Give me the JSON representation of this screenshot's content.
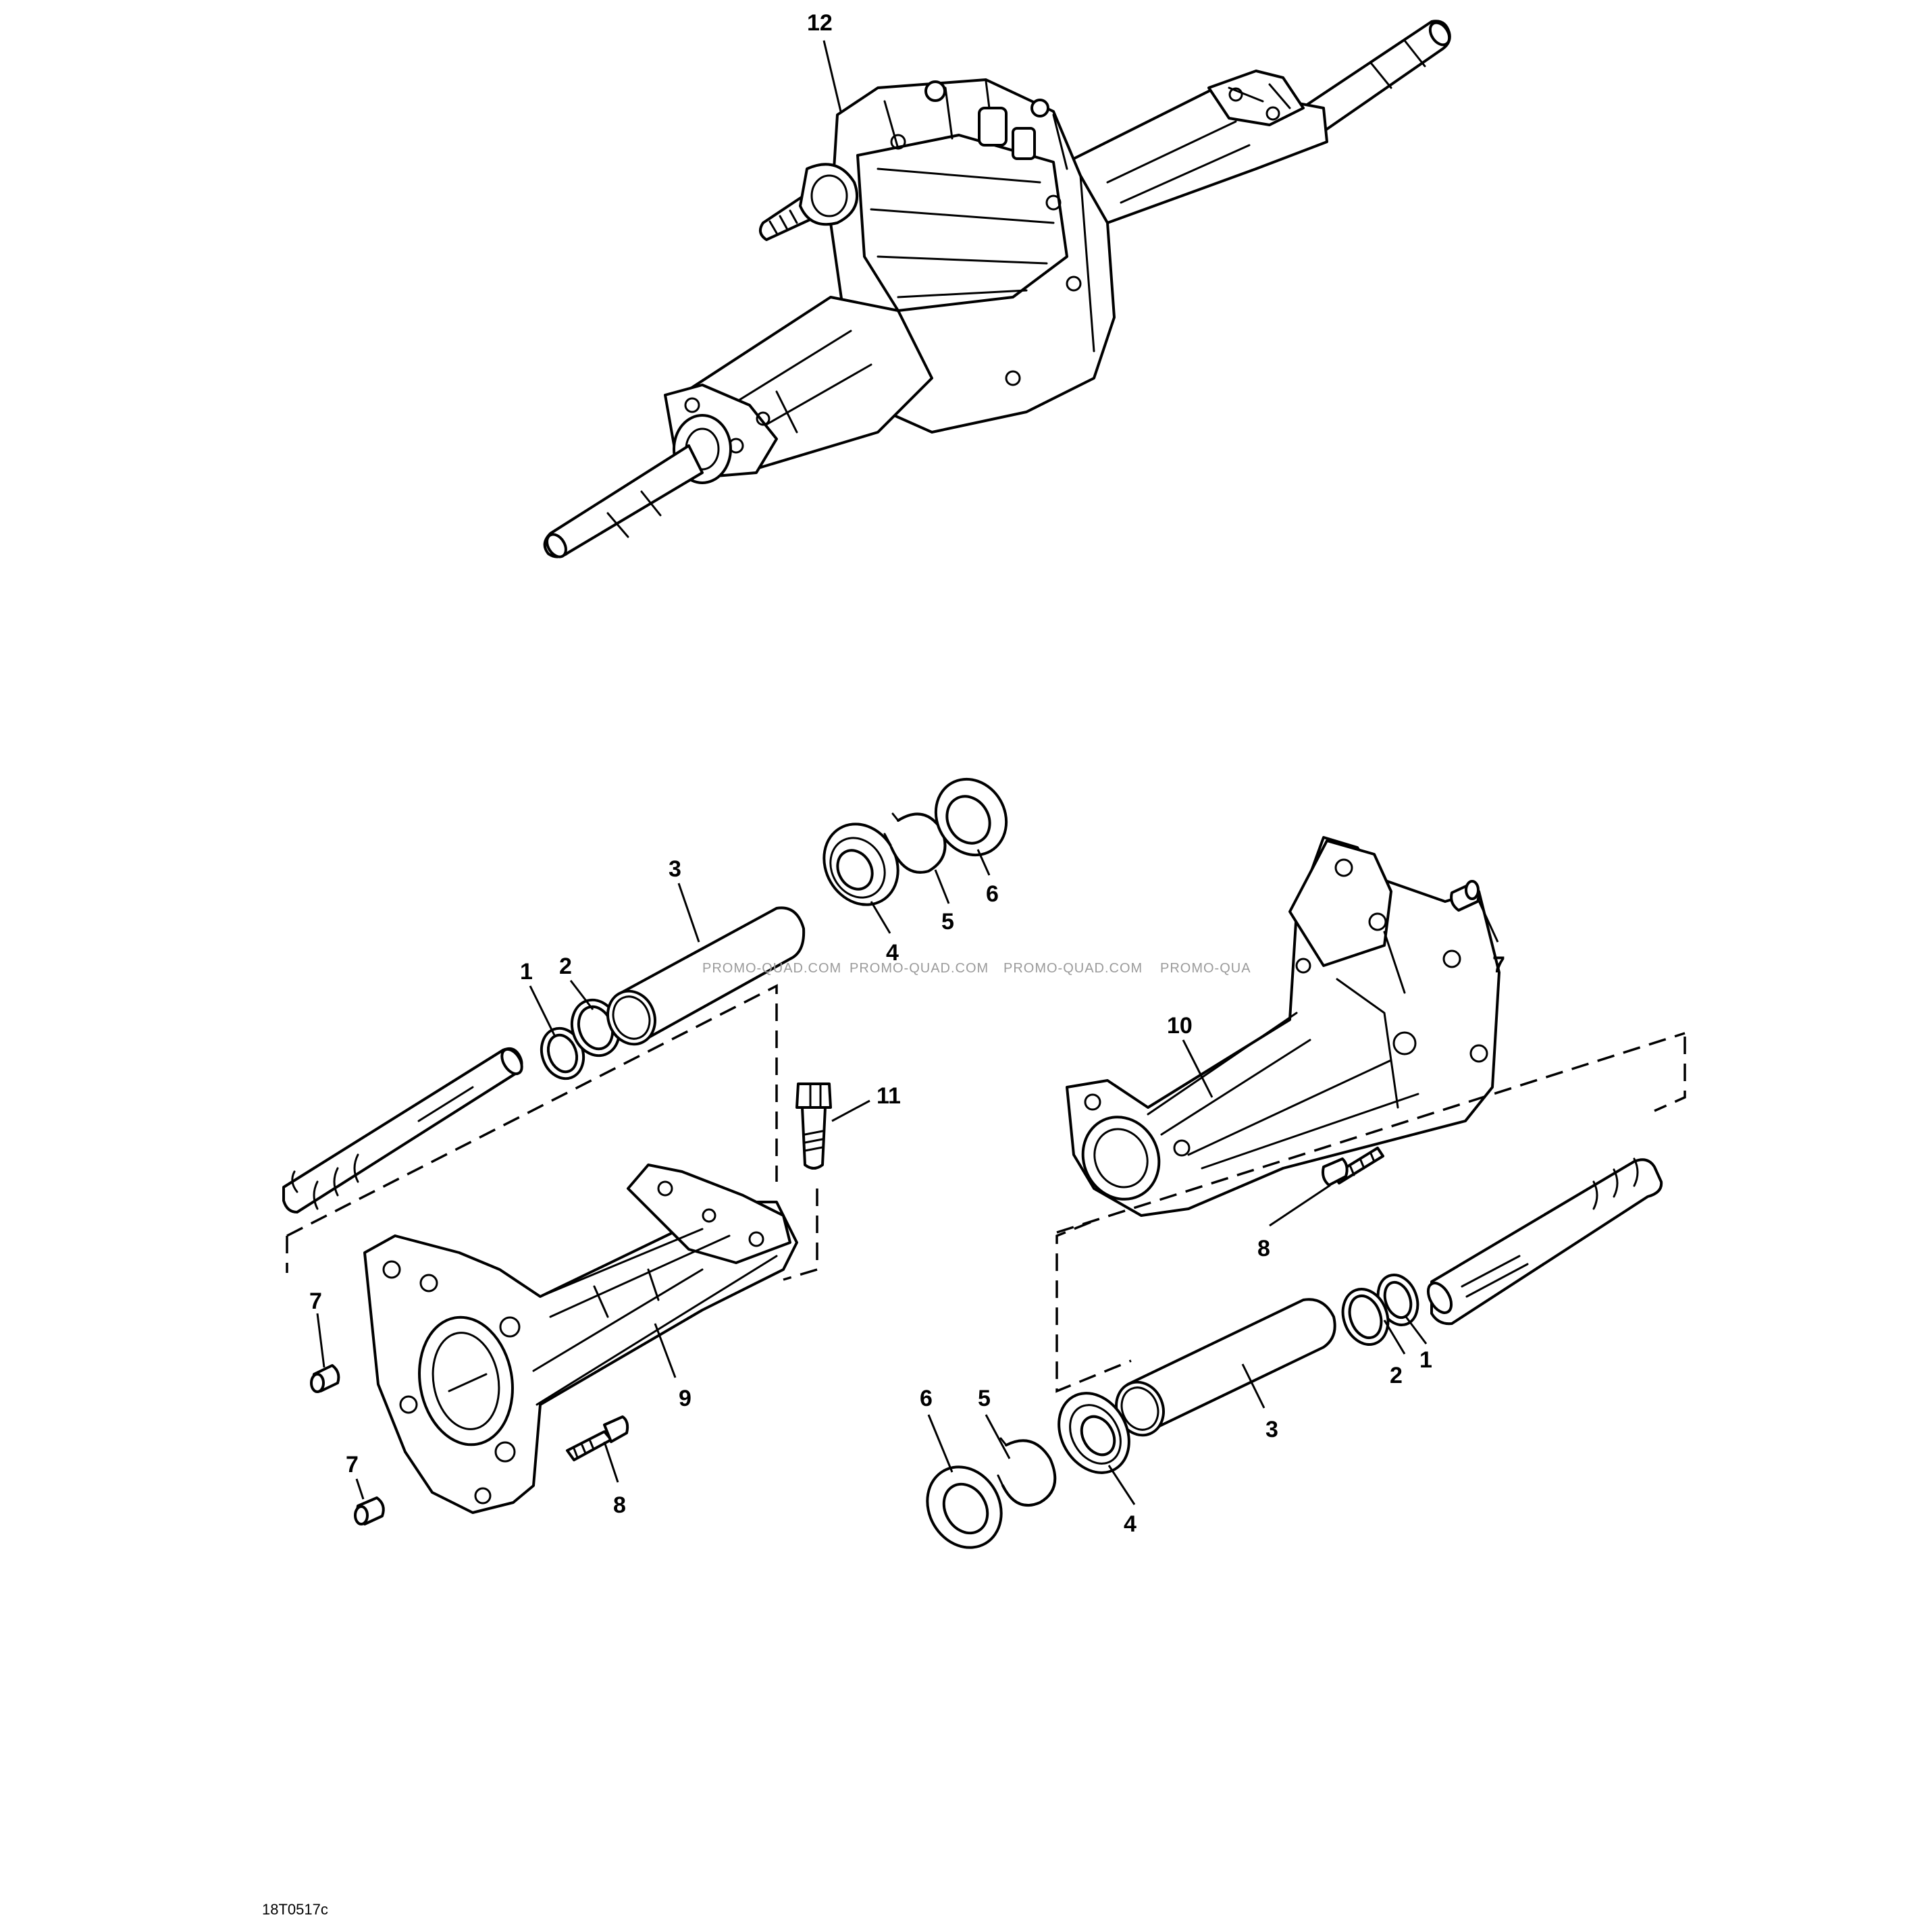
{
  "figure": {
    "reference_code": "18T0517c",
    "watermark": [
      "PROMO-QUAD.COM",
      "PROMO-QUAD.COM",
      "PROMO-QUAD.COM",
      "PROMO-QUA"
    ]
  },
  "callouts": {
    "assembly": "12",
    "left": {
      "retaining_ring": "1",
      "shim_ring": "2",
      "tube": "3",
      "bearing": "4",
      "circlip": "5",
      "seal": "6",
      "dowel_upper": "7",
      "dowel_lower": "7",
      "bolt": "8",
      "housing": "9",
      "hex_screw": "11"
    },
    "right": {
      "retaining_ring": "1",
      "shim_ring": "2",
      "tube": "3",
      "bearing": "4",
      "circlip": "5",
      "seal": "6",
      "dowel": "7",
      "bolt": "8",
      "housing": "10"
    }
  }
}
